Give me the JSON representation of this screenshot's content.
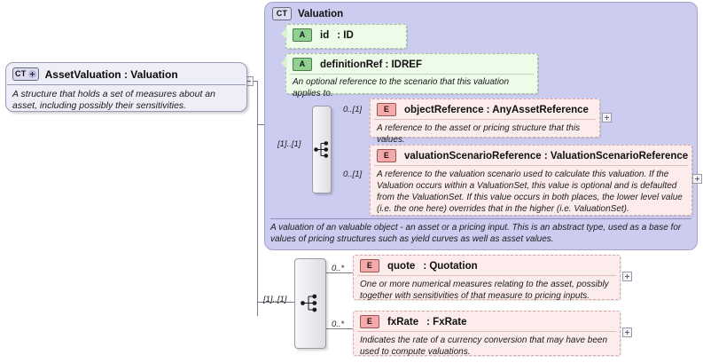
{
  "diagram": {
    "title": "XSD Schema Diagram - AssetValuation",
    "root": {
      "badge": "CT",
      "name": "AssetValuation : Valuation",
      "doc": "A structure that holds a set of measures about an asset, including possibly their sensitivities."
    },
    "group": {
      "badge": "CT",
      "name": "Valuation",
      "doc": "A valuation of an valuable object - an asset or a pricing input. This is an abstract type, used as a base for values of pricing structures such as yield curves as well as asset values."
    },
    "attributes": [
      {
        "badge": "A",
        "name": "id",
        "type": ": ID",
        "doc": ""
      },
      {
        "badge": "A",
        "name": "definitionRef : IDREF",
        "type": "",
        "doc": "An optional reference to the scenario that this valuation applies to."
      }
    ],
    "elements": [
      {
        "badge": "E",
        "name": "objectReference : AnyAssetReference",
        "doc": "A reference to the asset or pricing structure that this values.",
        "cardinality": "0..[1]"
      },
      {
        "badge": "E",
        "name": "valuationScenarioReference : ValuationScenarioReference",
        "doc": "A reference to the valuation scenario used to calculate this valuation. If the Valuation occurs within a ValuationSet, this value is optional and is defaulted from the ValuationSet. If this value occurs in both places, the lower level value (i.e. the one here) overrides that in the higher (i.e. ValuationSet).",
        "cardinality": "0..[1]"
      },
      {
        "badge": "E",
        "name": "quote",
        "type": ": Quotation",
        "doc": "One or more numerical measures relating to the asset, possibly together with sensitivities of that measure to pricing inputs.",
        "cardinality": "0..*"
      },
      {
        "badge": "E",
        "name": "fxRate",
        "type": ": FxRate",
        "doc": "Indicates the rate of a currency conversion that may have been used to compute valuations.",
        "cardinality": "0..*"
      }
    ],
    "compositors": [
      {
        "kind": "sequence",
        "cardinality": "[1]..[1]"
      },
      {
        "kind": "sequence",
        "cardinality": "[1]..[1]"
      }
    ],
    "colors": {
      "attribute_fill": "#edfbe9",
      "element_fill": "#fdecec",
      "group_fill": "#ccccf0",
      "root_fill": "#eeeef8",
      "badge_attribute": "#8fd28f",
      "badge_element": "#f3aaaa"
    }
  }
}
